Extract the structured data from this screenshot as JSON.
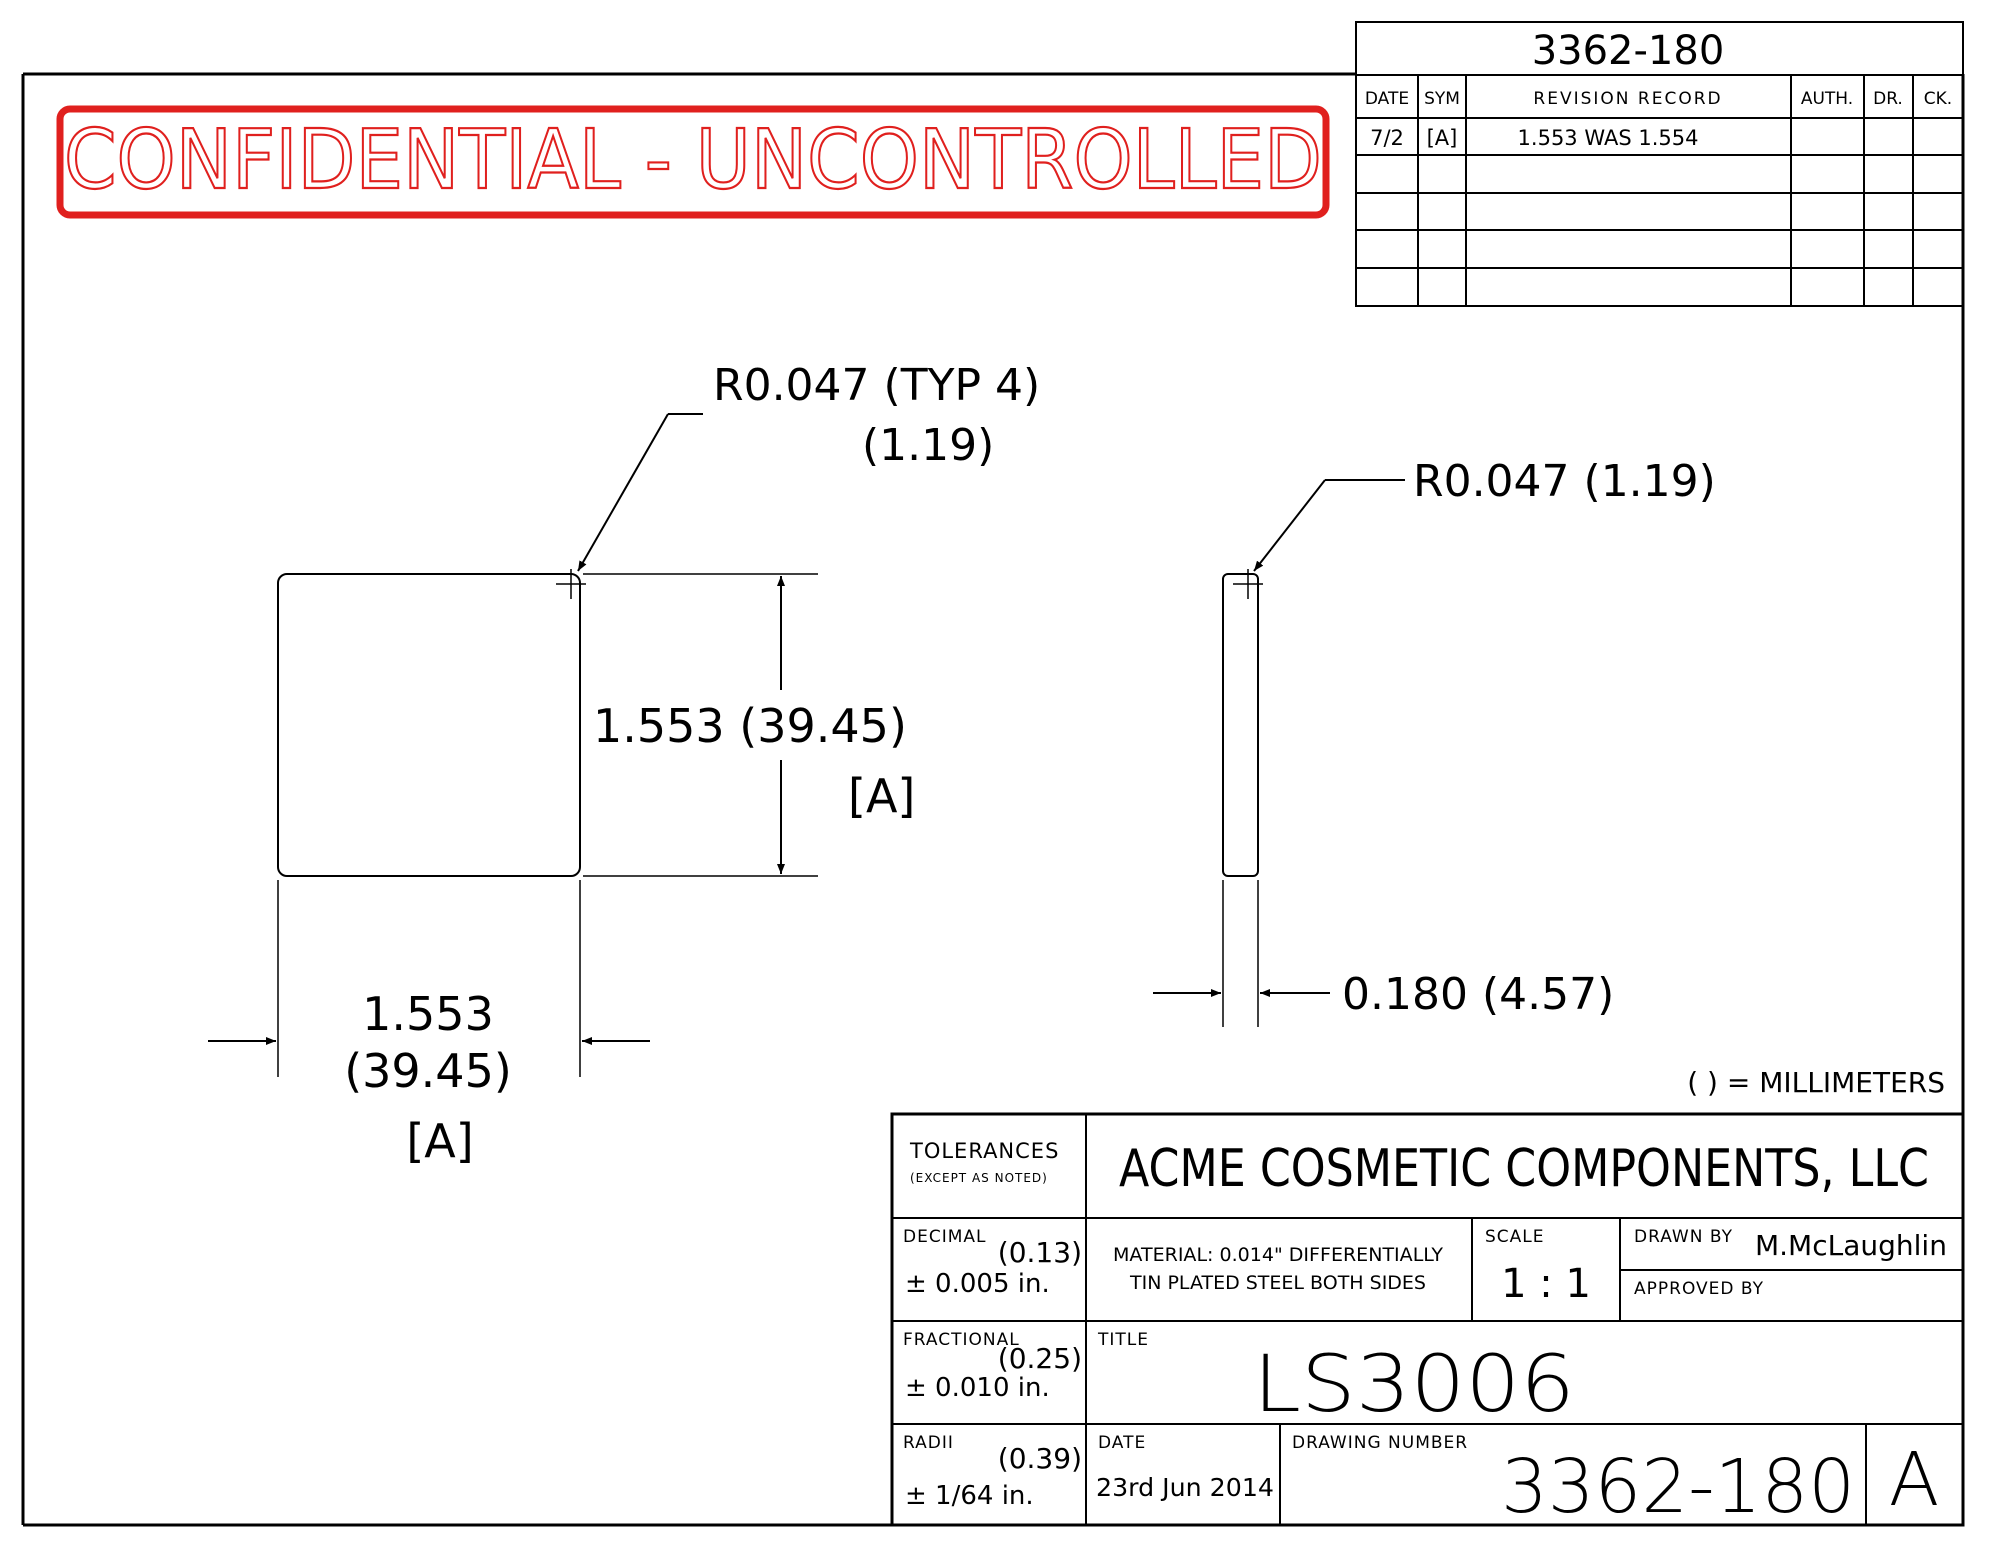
{
  "document_number_top": "3362-180",
  "confidential_banner": {
    "text": "CONFIDENTIAL - UNCONTROLLED",
    "color": "#e0201e"
  },
  "revision_table": {
    "headers": {
      "date": "DATE",
      "sym": "SYM",
      "record": "REVISION RECORD",
      "auth": "AUTH.",
      "dr": "DR.",
      "ck": "CK."
    },
    "rows": [
      {
        "date": "7/2",
        "sym": "[A]",
        "record": "1.553 WAS 1.554",
        "auth": "",
        "dr": "",
        "ck": ""
      },
      {
        "date": "",
        "sym": "",
        "record": "",
        "auth": "",
        "dr": "",
        "ck": ""
      },
      {
        "date": "",
        "sym": "",
        "record": "",
        "auth": "",
        "dr": "",
        "ck": ""
      },
      {
        "date": "",
        "sym": "",
        "record": "",
        "auth": "",
        "dr": "",
        "ck": ""
      },
      {
        "date": "",
        "sym": "",
        "record": "",
        "auth": "",
        "dr": "",
        "ck": ""
      }
    ]
  },
  "front_view": {
    "radius_note_line1": "R0.047 (TYP 4)",
    "radius_note_line2": "(1.19)",
    "height_dim": "1.553 (39.45)",
    "height_rev_tag": "[A]",
    "width_dim_line1": "1.553",
    "width_dim_line2": "(39.45)",
    "width_rev_tag": "[A]"
  },
  "side_view": {
    "radius_note": "R0.047 (1.19)",
    "thickness_dim": "0.180 (4.57)"
  },
  "units_note": "( ) = MILLIMETERS",
  "title_block": {
    "tolerances_label": "TOLERANCES",
    "except_label": "(EXCEPT AS NOTED)",
    "company": "ACME COSMETIC COMPONENTS, LLC",
    "decimal_label": "DECIMAL",
    "decimal_mm": "(0.13)",
    "decimal_tol": "± 0.005 in.",
    "fractional_label": "FRACTIONAL",
    "fractional_mm": "(0.25)",
    "fractional_tol": "± 0.010 in.",
    "radii_label": "RADII",
    "radii_mm": "(0.39)",
    "radii_tol": "± 1/64 in.",
    "material_line1": "MATERIAL: 0.014\" DIFFERENTIALLY",
    "material_line2": "TIN PLATED STEEL BOTH SIDES",
    "scale_label": "SCALE",
    "scale_value": "1 : 1",
    "drawn_by_label": "DRAWN BY",
    "drawn_by_value": "M.McLaughlin",
    "approved_by_label": "APPROVED BY",
    "approved_by_value": "",
    "title_label": "TITLE",
    "title_value": "LS3006",
    "date_label": "DATE",
    "date_value": "23rd Jun 2014",
    "drawing_number_label": "DRAWING NUMBER",
    "drawing_number_value": "3362-180",
    "revision_value": "A"
  }
}
